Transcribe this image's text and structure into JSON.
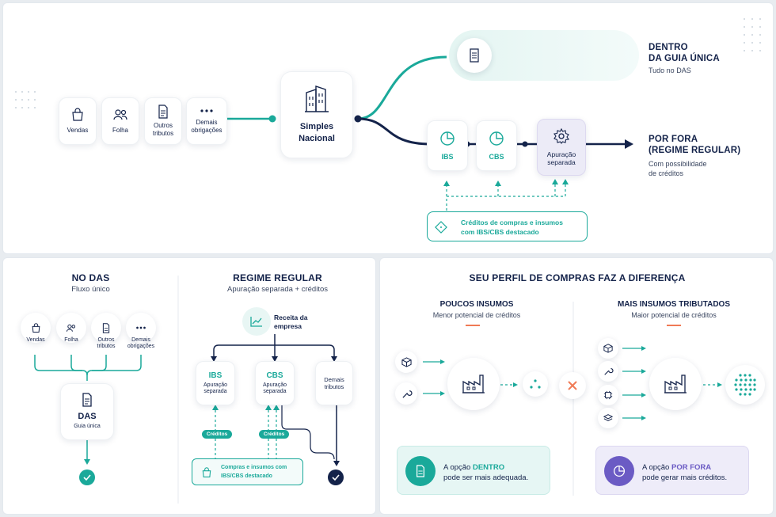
{
  "top": {
    "inputs": [
      {
        "label": "Vendas",
        "icon": "shopping-bag-icon"
      },
      {
        "label": "Folha",
        "icon": "people-icon"
      },
      {
        "label": "Outros tributos",
        "icon": "document-icon"
      },
      {
        "label": "Demais obrigações",
        "icon": "dots-icon"
      }
    ],
    "center": {
      "label": "Simples Nacional",
      "icon": "building-icon"
    },
    "dentro": {
      "title_line1": "DENTRO",
      "title_line2": "DA GUIA ÚNICA",
      "subtitle": "Tudo no DAS"
    },
    "fora": {
      "title_line1": "POR FORA",
      "title_line2": "(REGIME REGULAR)",
      "subtitle_line1": "Com possibilidade",
      "subtitle_line2": "de créditos"
    },
    "boxes": [
      {
        "label": "IBS",
        "icon": "pie-chart-icon"
      },
      {
        "label": "CBS",
        "icon": "pie-chart-icon"
      },
      {
        "label": "Apuração separada",
        "icon": "gear-icon"
      }
    ],
    "credits_note_line1": "Créditos de compras e insumos",
    "credits_note_line2": "com IBS/CBS destacado"
  },
  "no_das": {
    "title": "NO DAS",
    "subtitle": "Fluxo único",
    "inputs": [
      {
        "label": "Vendas"
      },
      {
        "label": "Folha"
      },
      {
        "label": "Outros tributos"
      },
      {
        "label": "Demais obrigações"
      }
    ],
    "das_title": "DAS",
    "das_sub": "Guia única"
  },
  "regime": {
    "title": "REGIME REGULAR",
    "subtitle": "Apuração separada + créditos",
    "receita_line1": "Receita da",
    "receita_line2": "empresa",
    "boxes": [
      {
        "title": "IBS",
        "sub": "Apuração separada"
      },
      {
        "title": "CBS",
        "sub": "Apuração separada"
      },
      {
        "title": "",
        "sub": "Demais tributos"
      }
    ],
    "credit_pill": "Créditos",
    "note_line1": "Compras e insumos com",
    "note_line2": "IBS/CBS destacado"
  },
  "perfil": {
    "title": "SEU PERFIL DE COMPRAS FAZ A DIFERENÇA",
    "left": {
      "title": "POUCOS INSUMOS",
      "subtitle": "Menor potencial de créditos",
      "callout_prefix": "A opção ",
      "callout_highlight": "DENTRO",
      "callout_rest": "pode ser mais adequada."
    },
    "right": {
      "title": "MAIS INSUMOS TRIBUTADOS",
      "subtitle": "Maior potencial de créditos",
      "callout_prefix": "A opção ",
      "callout_highlight": "POR FORA",
      "callout_rest": "pode gerar mais créditos."
    }
  },
  "colors": {
    "teal": "#1aa99a",
    "navy": "#14234a",
    "purple": "#6b5bc4",
    "accent": "#f07a55"
  }
}
